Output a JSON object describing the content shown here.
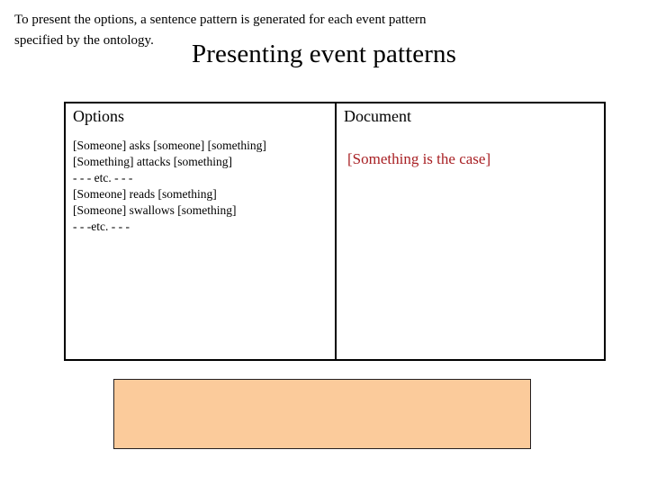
{
  "slide": {
    "title": "Presenting event patterns",
    "background_color": "#ffffff"
  },
  "table": {
    "columns": [
      {
        "id": "options",
        "header": "Options",
        "items": [
          "[Someone] asks [someone] [something]",
          "[Something] attacks [something]",
          "- - - etc. - - -",
          "[Someone] reads [something]",
          "[Someone] swallows [something]",
          "- - -etc. - - -"
        ]
      },
      {
        "id": "document",
        "header": "Document",
        "content": "[Something is the case]",
        "content_color": "#a81f23"
      }
    ],
    "border_color": "#000000"
  },
  "annotation": {
    "arrow_name": "arrow-up-left-icon",
    "arrow_color": "#000000"
  },
  "caption": {
    "text": "To present the options, a sentence pattern is generated for each event pattern specified by the ontology.",
    "fill_color": "#fbcb9b",
    "border_color": "#231f20",
    "text_color": "#000000"
  }
}
